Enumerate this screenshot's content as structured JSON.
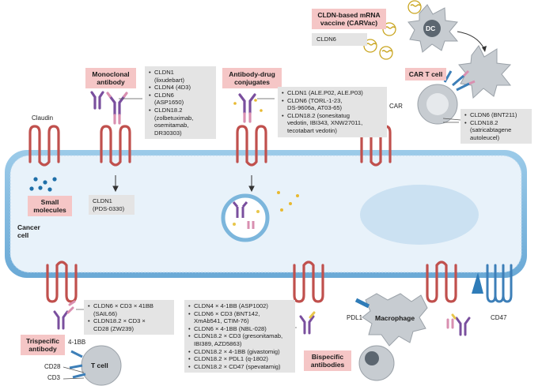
{
  "labels": {
    "claudin": "Claudin",
    "small_molecules": "Small\nmolecules",
    "cancer_cell": "Cancer\ncell",
    "monoclonal_antibody": "Monoclonal\nantibody",
    "adc": "Antibody-drug\nconjugates",
    "carvac": "CLDN-based mRNA\nvaccine (CARVac)",
    "cldn6_vaccine": "CLDN6",
    "dc": "DC",
    "car_t_cell": "CAR T cell",
    "car": "CAR",
    "small_molecule_target": "CLDN1\n(PDS-0330)",
    "trispecific_antibody": "Trispecific\nantibody",
    "four_1bb": "4-1BB",
    "cd28": "CD28",
    "cd3": "CD3",
    "t_cell": "T cell",
    "pdl1": "PDL1",
    "macrophage": "Macrophage",
    "cd47": "CD47",
    "bispecific_antibodies": "Bispecific\nantibodies"
  },
  "lists": {
    "monoclonal": [
      "CLDN1\n(lixudebart)",
      "CLDN4 (4D3)",
      "CLDN6\n(ASP1650)",
      "CLDN18.2\n(zolbetuximab,\nosemitamab,\nDR30303)"
    ],
    "adc": [
      "CLDN1 (ALE.P02, ALE.P03)",
      "CLDN6 (TORL-1-23,\nDS-9606a, AT03-65)",
      "CLDN18.2 (sonesitatug\nvedotin, IBI343, XNW27011,\ntecotabart vedotin)"
    ],
    "car_t": [
      "CLDN6 (BNT211)",
      "CLDN18.2\n(satricabtagene\nautoleucel)"
    ],
    "trispecific": [
      "CLDN6 × CD3 × 41BB\n(SAIL66)",
      "CLDN18.2 × CD3 ×\nCD28 (ZW239)"
    ],
    "bispecific": [
      "CLDN4 × 4-1BB (ASP1002)",
      "CLDN6 × CD3 (BNT142,\nXmAb541, CTIM-76)",
      "CLDN6 × 4-1BB (NBL-028)",
      "CLDN18.2 × CD3 (gresonitamab,\nIBI389, AZD5863)",
      "CLDN18.2 × 4-1BB (givastomig)",
      "CLDN18.2 × PDL1 (q-1802)",
      "CLDN18.2 × CD47 (spevatamig)"
    ]
  },
  "colors": {
    "membrane": "#7cb6dc",
    "membrane_dark": "#4a90c2",
    "cytoplasm": "#e6f1fa",
    "nucleus": "#cfe3f3",
    "claudin": "#c0504d",
    "antibody_purple": "#7a4f9e",
    "antibody_pink": "#d98fb0",
    "antibody_yellow": "#e8c64a",
    "cell_gray": "#c7ccd1",
    "pink_box": "#f5c6c6",
    "gray_box": "#e4e4e4",
    "dot_blue": "#1f6fa8"
  }
}
